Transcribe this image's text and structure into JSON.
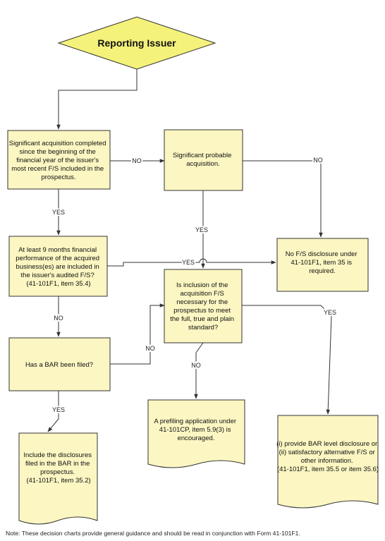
{
  "title": "Reporting Issuer",
  "nodes": {
    "significant_acquisition": [
      "Significant acquisition completed",
      "since the beginning of the",
      "financial year of the issuer's",
      "most recent F/S included in the",
      "prospectus."
    ],
    "probable_acquisition": [
      "Significant probable",
      "acquisition."
    ],
    "nine_months": [
      "At least 9 months financial",
      "performance of the acquired",
      "business(es) are included in",
      "the issuer's audited F/S?",
      "(41-101F1, item 35.4)"
    ],
    "no_disclosure": [
      "No F/S disclosure under",
      "41-101F1, item 35 is",
      "required."
    ],
    "inclusion_necessary": [
      "Is inclusion of the",
      "acquisition F/S",
      "necessary for the",
      "prospectus  to meet",
      "the full, true and plain",
      "standard?"
    ],
    "bar_filed": [
      "Has a BAR been filed?"
    ],
    "include_disclosures": [
      "Include the disclosures",
      "filed in the BAR in the",
      "prospectus.",
      "(41-101F1, item 35.2)"
    ],
    "prefiling": [
      "A prefiling application under",
      "41-101CP, item 5.9(3) is",
      "encouraged."
    ],
    "provide_bar": [
      "(i) provide BAR level disclosure or",
      "(ii) satisfactory alternative F/S or",
      "other information.",
      "(41-101F1, item 35.5 or item 35.6)"
    ]
  },
  "edge_labels": {
    "sig_to_probable": "NO",
    "probable_to_none": "NO",
    "sig_to_nine": "YES",
    "probable_to_inclusion": "YES",
    "nine_to_none": "YES",
    "nine_to_bar": "NO",
    "bar_to_inclusion": "NO",
    "inclusion_to_prefiling": "NO",
    "inclusion_to_provide": "YES",
    "bar_to_include": "YES"
  },
  "note": "Note:  These decision charts provide general guidance and should be read in conjunction with Form 41-101F1.",
  "colors": {
    "fill": "#fbf6c2",
    "stroke": "#333333",
    "diamond": "#f4f27a"
  }
}
